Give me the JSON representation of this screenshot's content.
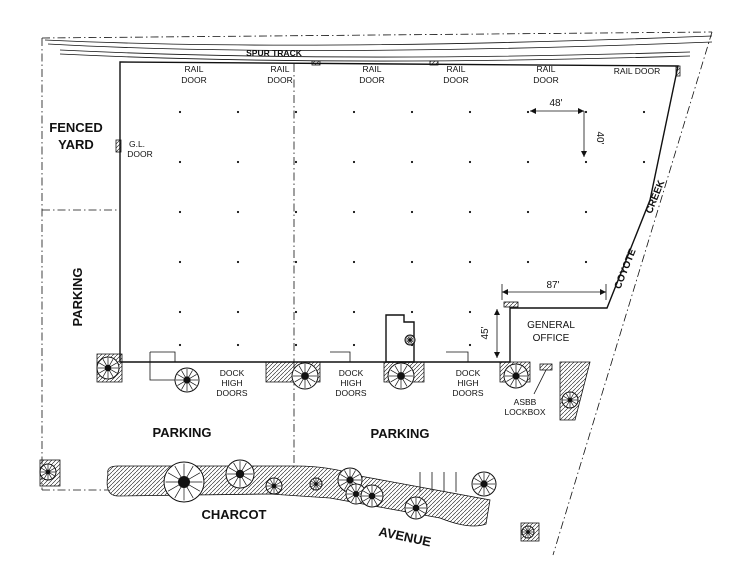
{
  "labels": {
    "spur_track": "SPUR TRACK",
    "rail_door_1a": "RAIL",
    "rail_door_1b": "DOOR",
    "rail_door_2a": "RAIL",
    "rail_door_2b": "DOOR",
    "rail_door_3a": "RAIL",
    "rail_door_3b": "DOOR",
    "rail_door_4a": "RAIL",
    "rail_door_4b": "DOOR",
    "rail_door_5a": "RAIL",
    "rail_door_5b": "DOOR",
    "rail_door_6": "RAIL DOOR",
    "fenced_a": "FENCED",
    "fenced_b": "YARD",
    "gl_a": "G.L.",
    "gl_b": "DOOR",
    "dim_48": "48'",
    "dim_40": "40'",
    "dim_87": "87'",
    "dim_45": "45'",
    "coyote": "COYOTE",
    "creek": "CREEK",
    "parking_left": "PARKING",
    "parking_mid": "PARKING",
    "parking_right": "PARKING",
    "office_a": "GENERAL",
    "office_b": "OFFICE",
    "dock1_a": "DOCK",
    "dock1_b": "HIGH",
    "dock1_c": "DOORS",
    "dock2_a": "DOCK",
    "dock2_b": "HIGH",
    "dock2_c": "DOORS",
    "dock3_a": "DOCK",
    "dock3_b": "HIGH",
    "dock3_c": "DOORS",
    "asbb_a": "ASBB",
    "asbb_b": "LOCKBOX",
    "charcot": "CHARCOT",
    "avenue": "AVENUE"
  },
  "colors": {
    "ink": "#111111",
    "paper": "#ffffff"
  },
  "icons": [
    "tree-icon",
    "dimension-arrow-icon",
    "lockbox-icon"
  ]
}
